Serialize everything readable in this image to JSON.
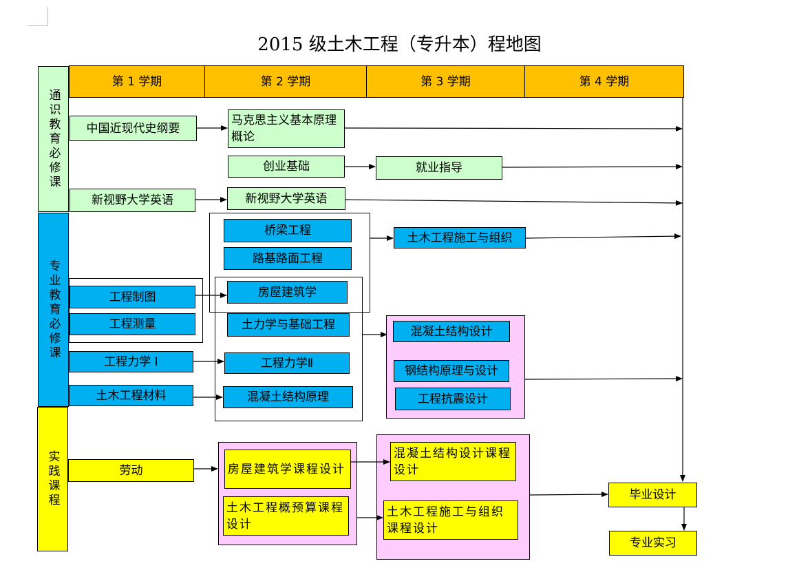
{
  "title": "2015 级土木工程（专升本）程地图",
  "semesters": [
    "第 1 学期",
    "第 2 学期",
    "第 3 学期",
    "第 4 学期"
  ],
  "categories": {
    "general": "通识教育必修课",
    "professional": "专业教育必修课",
    "practice": "实践课程"
  },
  "courses": {
    "history": "中国近现代史纲要",
    "marxism": "马克思主义基本原理概论",
    "startup": "创业基础",
    "employment": "就业指导",
    "english1": "新视野大学英语",
    "english2": "新视野大学英语",
    "bridge": "桥梁工程",
    "roadbed": "路基路面工程",
    "construction_org": "土木工程施工与组织",
    "drawing": "工程制图",
    "surveying": "工程测量",
    "architecture": "房屋建筑学",
    "soil": "土力学与基础工程",
    "concrete_design": "混凝土结构设计",
    "mechanics1": "工程力学 I",
    "mechanics2": "工程力学Ⅱ",
    "steel": "钢结构原理与设计",
    "seismic": "工程抗震设计",
    "materials": "土木工程材料",
    "concrete_principle": "混凝土结构原理",
    "labor": "劳动",
    "arch_project": "房屋建筑学课程设计",
    "budget_project": "土木工程概预算课程设计",
    "concrete_project": "混凝土结构设计课程设计",
    "construction_project": "土木工程施工与组织课程设计",
    "graduation_design": "毕业设计",
    "internship": "专业实习"
  },
  "colors": {
    "general": "#ccffcc",
    "professional": "#00b0f0",
    "practice": "#ffff00",
    "header": "#ffc000",
    "group": "#ffccff"
  }
}
